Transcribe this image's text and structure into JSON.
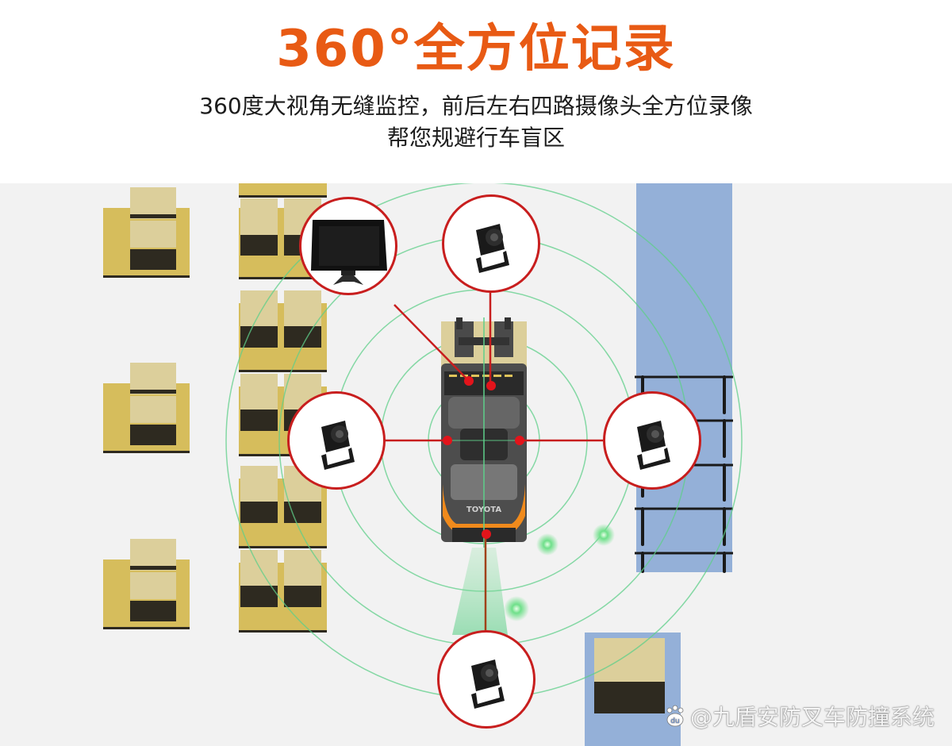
{
  "header": {
    "title": "360°全方位记录",
    "subtitle_line1": "360度大视角无缝监控，前后左右四路摄像头全方位录像",
    "subtitle_line2": "帮您规避行车盲区"
  },
  "colors": {
    "title": "#e85a14",
    "accent_red": "#d0161b",
    "radar_green": "#5fcf8a",
    "shelf_yellow": "#d6bd5c",
    "shelf_light": "#dccf9b",
    "shelf_dark": "#2e2a20",
    "rack_blue": "#94b0d8",
    "background": "#f2f2f2"
  },
  "scene": {
    "vehicle": {
      "type": "forklift",
      "brand_label": "TOYOTA"
    },
    "callouts": [
      {
        "id": "monitor",
        "icon": "monitor-icon",
        "label": "monitor"
      },
      {
        "id": "front-camera",
        "icon": "camera-icon",
        "label": "front camera"
      },
      {
        "id": "left-camera",
        "icon": "camera-icon",
        "label": "left camera"
      },
      {
        "id": "right-camera",
        "icon": "camera-icon",
        "label": "right camera"
      },
      {
        "id": "rear-camera",
        "icon": "camera-icon",
        "label": "rear camera"
      }
    ]
  },
  "watermark": {
    "logo_text": "du",
    "text": "@九盾安防叉车防撞系统"
  }
}
